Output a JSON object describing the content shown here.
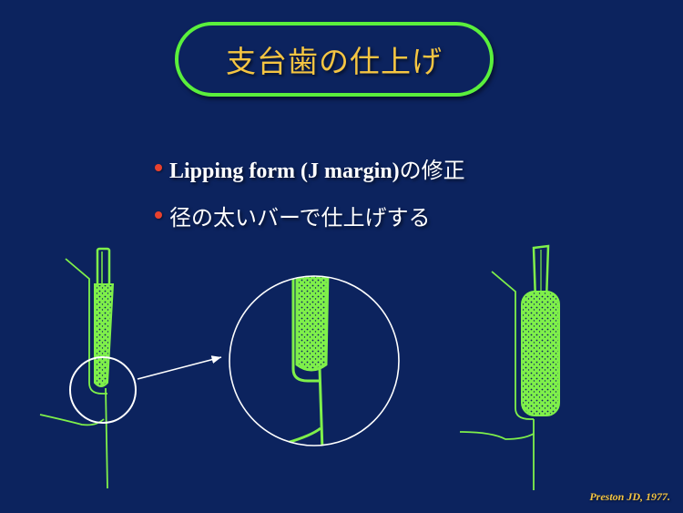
{
  "slide": {
    "title": "支台歯の仕上げ",
    "bullets": [
      {
        "latin": "Lipping form (J margin)",
        "jp": "の修正"
      },
      {
        "latin": "",
        "jp": "径の太いバーで仕上げする"
      }
    ],
    "citation": "Preston JD, 1977.",
    "colors": {
      "background": "#0c235e",
      "title_border": "#5af03c",
      "title_text": "#f5c542",
      "bullet_dot": "#e8412e",
      "drawing": "#7ff04a",
      "magnifier": "#ffffff"
    },
    "figures": [
      {
        "name": "left-bur-with-lip",
        "description": "thin bur at margin showing lipping"
      },
      {
        "name": "magnified-detail",
        "description": "enlarged view of margin lip"
      },
      {
        "name": "right-wide-bur",
        "description": "wide-diameter bur finishing"
      }
    ]
  }
}
